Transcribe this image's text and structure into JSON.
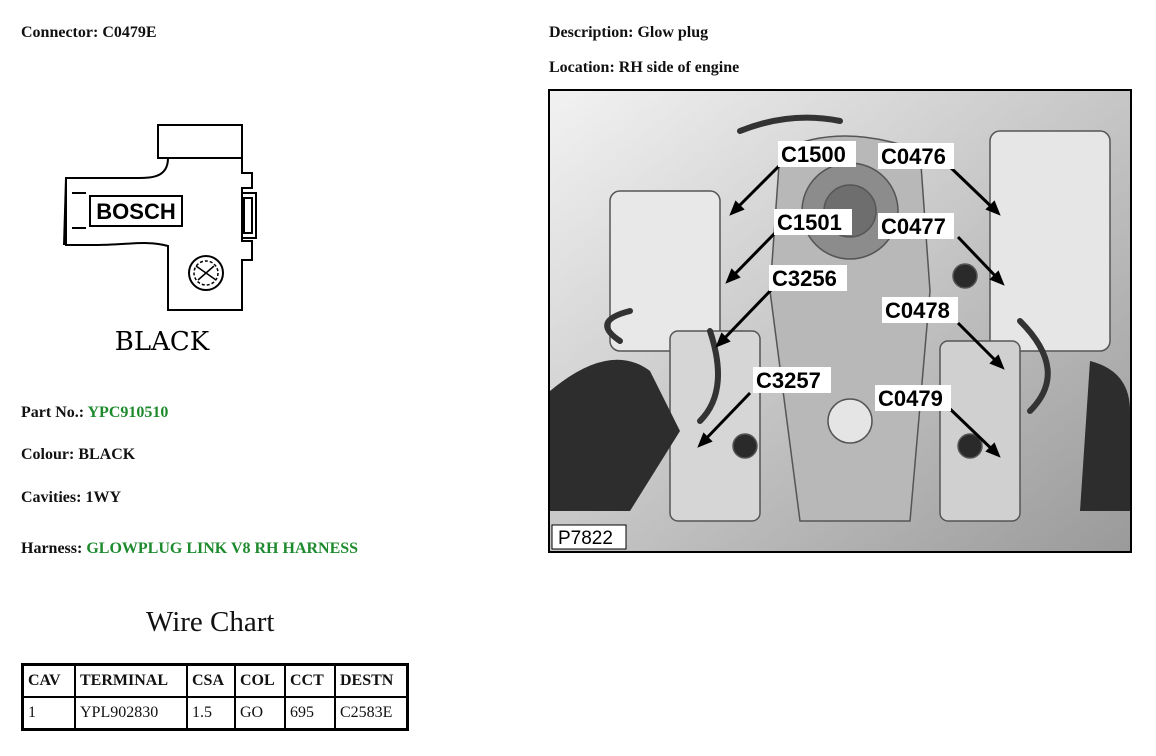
{
  "connector": {
    "label": "Connector:",
    "value": "C0479E"
  },
  "description": {
    "label": "Description:",
    "value": "Glow plug"
  },
  "location": {
    "label": "Location:",
    "value": "RH side of engine"
  },
  "drawing": {
    "brand": "BOSCH",
    "color_caption": "BLACK"
  },
  "part_no": {
    "label": "Part No.:",
    "value": "YPC910510"
  },
  "colour": {
    "label": "Colour:",
    "value": "BLACK"
  },
  "cavities": {
    "label": "Cavities:",
    "value": "1WY"
  },
  "harness": {
    "label": "Harness:",
    "value": "GLOWPLUG LINK V8 RH HARNESS"
  },
  "wire_chart": {
    "title": "Wire Chart",
    "headers": [
      "CAV",
      "TERMINAL",
      "CSA",
      "COL",
      "CCT",
      "DESTN"
    ],
    "rows": [
      [
        "1",
        "YPL902830",
        "1.5",
        "GO",
        "695",
        "C2583E"
      ]
    ]
  },
  "photo": {
    "figure_id": "P7822",
    "callouts": [
      "C1500",
      "C0476",
      "C1501",
      "C0477",
      "C3256",
      "C0478",
      "C3257",
      "C0479"
    ]
  },
  "colors": {
    "accent_green": "#1e8a2e"
  }
}
